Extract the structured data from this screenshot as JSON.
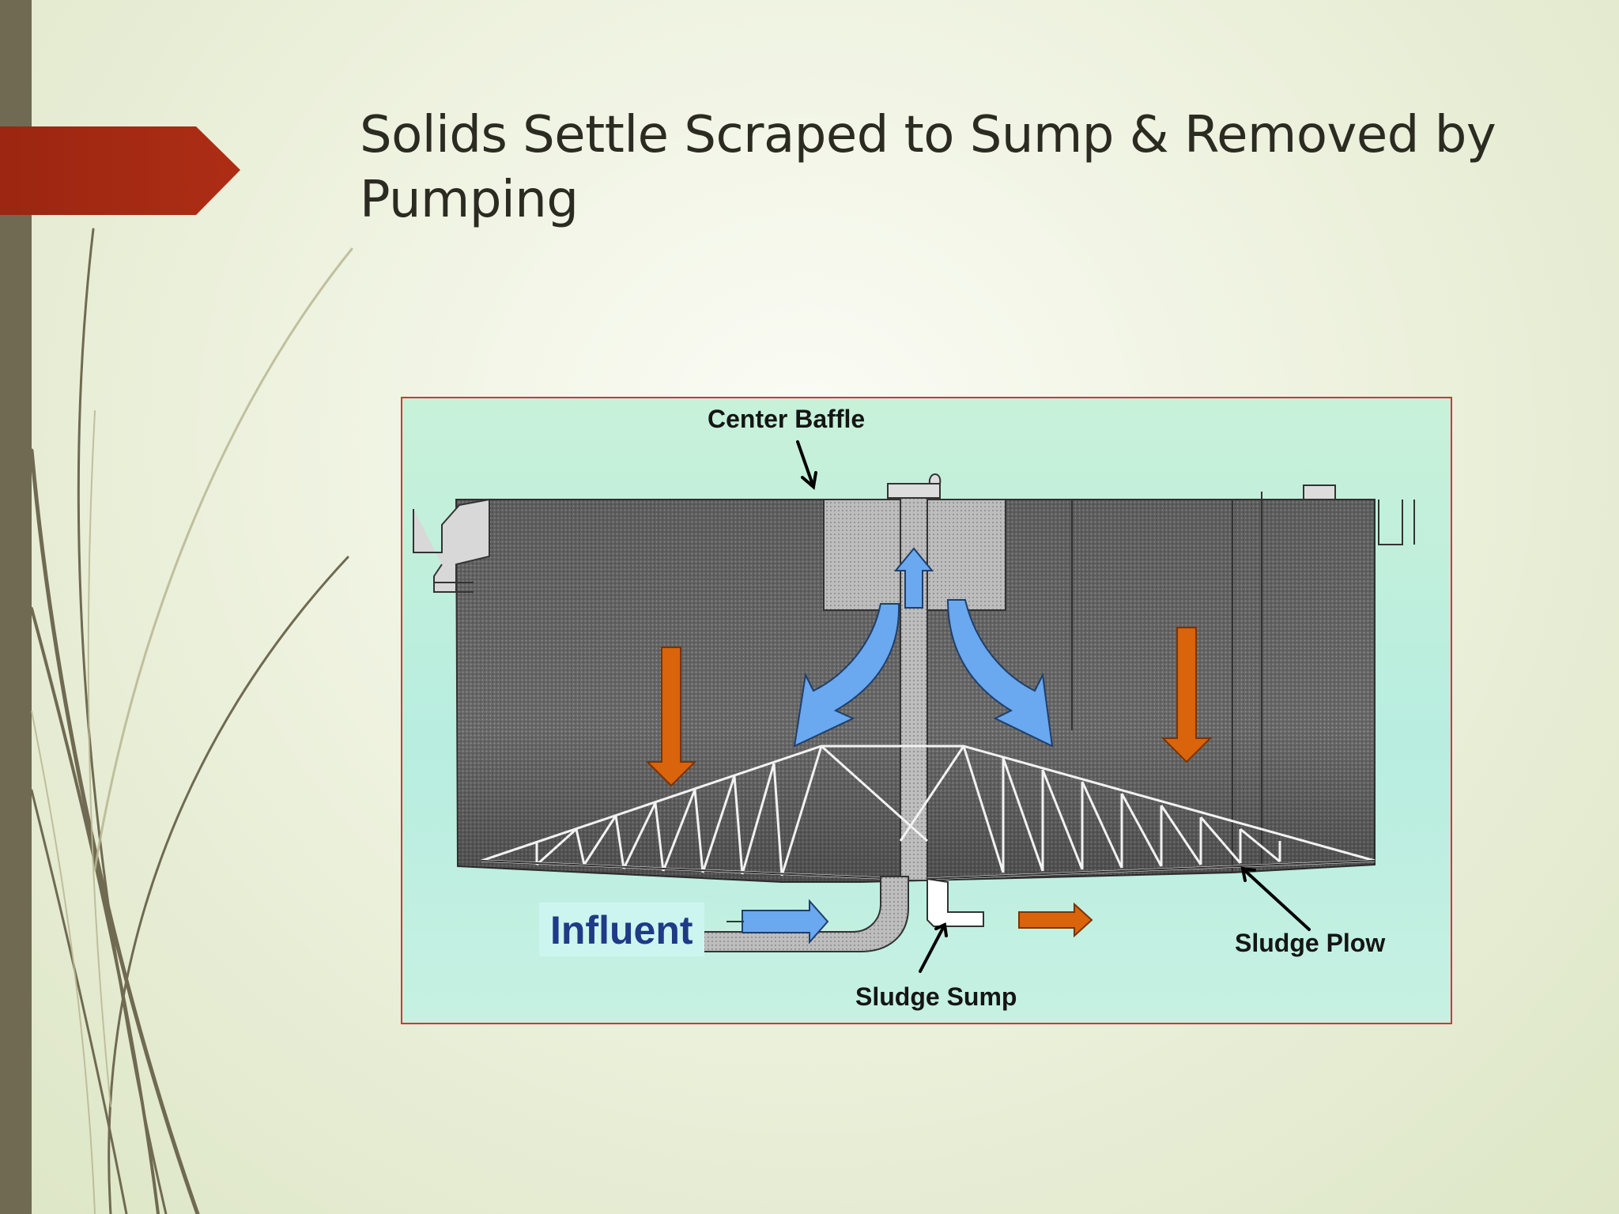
{
  "slide": {
    "title": "Solids Settle Scraped to Sump & Removed by Pumping"
  },
  "diagram": {
    "labels": {
      "center_baffle": "Center Baffle",
      "influent": "Influent",
      "sludge_sump": "Sludge Sump",
      "sludge_plow": "Sludge Plow"
    },
    "colors": {
      "frame_border": "#d9342b",
      "background": "#c8f1d9",
      "influent_text": "#1f3a86",
      "water_flow_arrow": "#6aa8f0",
      "settling_arrow": "#d9640b",
      "title_accent": "#a52a12"
    }
  }
}
